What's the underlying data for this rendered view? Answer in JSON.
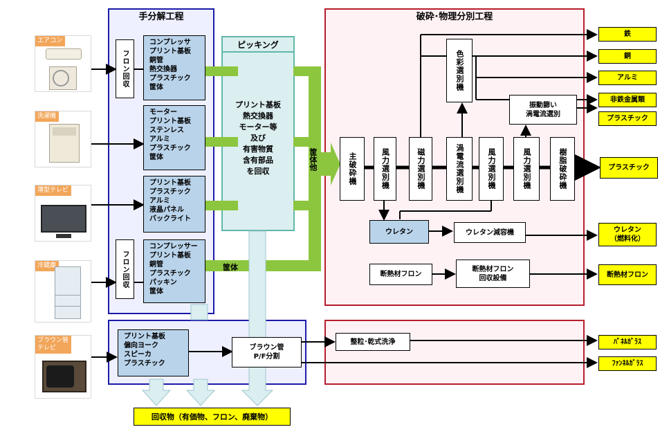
{
  "manual": {
    "title": "手分解工程",
    "freon1": "フロン回収",
    "freon2": "フロン回収"
  },
  "picking": {
    "title": "ピッキング",
    "text": "プリント基板\n熱交換器\nモーター等\n及び\n有害物質\n含有部品\nを回収",
    "casing": "筐体他",
    "casing2": "筐体"
  },
  "crush": {
    "title": "破砕･物理分別工程"
  },
  "appliances": [
    {
      "label": "エアコン",
      "icon": "air-conditioner"
    },
    {
      "label": "洗濯機",
      "icon": "washing-machine"
    },
    {
      "label": "薄型テレビ",
      "icon": "flat-tv"
    },
    {
      "label": "冷蔵庫",
      "icon": "refrigerator"
    },
    {
      "label": "ブラウン管\nテレビ",
      "icon": "crt-tv"
    }
  ],
  "components": [
    "コンプレッサ\nプリント基板\n銅管\n熱交換器\nプラスチック\n筐体",
    "モーター\nプリント基板\nステンレス\nアルミ\nプラスチック\n筐体",
    "プリント基板\nプラスチック\nアルミ\n液晶パネル\nバックライト",
    "コンプレッサー\nプリント基板\n銅管\nプラスチック\nパッキン\n筐体",
    "プリント基板\n偏向ヨーク\nスピーカ\nプラスチック"
  ],
  "steps": {
    "main_crush": "主破砕機",
    "wind1": "風力選別機",
    "magnet": "磁力選別機",
    "eddy": "渦電流選別機",
    "wind2": "風力選別機",
    "wind3": "風力選別機",
    "resin": "樹脂破砕機",
    "color": "色彩選別機",
    "vibe": "振動篩い\n渦電流選別",
    "urethane": "ウレタン",
    "urethane_reduce": "ウレタン減容機",
    "insul": "断熱材フロン",
    "insul_recover": "断熱材フロン\n回収設備",
    "crt_split": "ブラウン管\nP/F分割",
    "wash": "整粒･乾式洗浄"
  },
  "outputs": {
    "iron": "鉄",
    "copper": "銅",
    "aluminum": "アルミ",
    "nonferrous": "非鉄金属類",
    "plastic1": "プラスチック",
    "plastic2": "プラスチック",
    "urethane_fuel": "ウレタン\n（燃料化）",
    "insul_freon": "断熱材フロン",
    "panel_glass": "ﾊﾟﾈﾙｶﾞﾗｽ",
    "funnel_glass": "ﾌｧﾝﾈﾙｶﾞﾗｽ",
    "recovered": "回収物（有価物、フロン、廃棄物）"
  },
  "colors": {
    "green": "#8cc63f",
    "red": "#b71c2c",
    "blue": "#1a1aa8",
    "yellow": "#ffff00",
    "component": "#b9d3ea",
    "picking": "#dbeef0"
  }
}
